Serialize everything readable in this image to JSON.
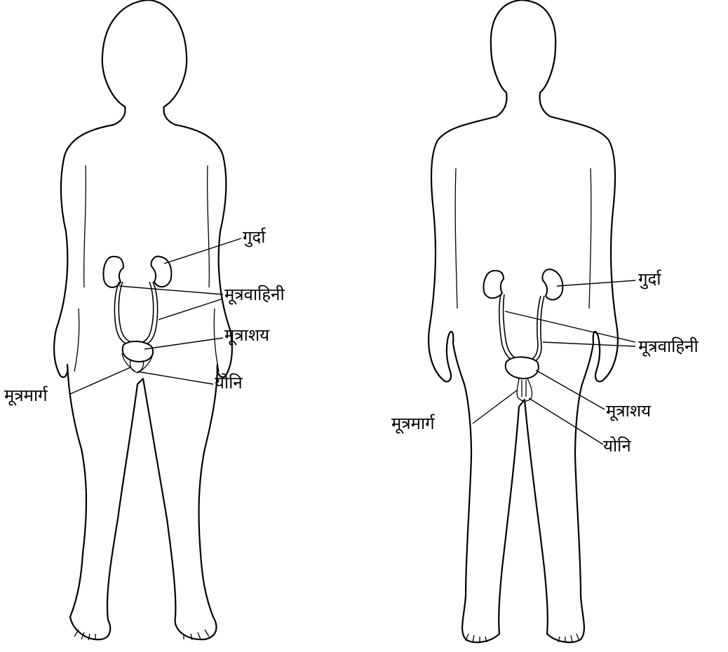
{
  "female": {
    "kidney": "गुर्दा",
    "ureter": "मूत्रवाहिनी",
    "bladder": "मूत्राशय",
    "vagina": "योनि",
    "urethra": "मूत्रमार्ग"
  },
  "male": {
    "kidney": "गुर्दा",
    "ureter": "मूत्रवाहिनी",
    "bladder": "मूत्राशय",
    "vagina": "योनि",
    "urethra": "मूत्रमार्ग"
  }
}
